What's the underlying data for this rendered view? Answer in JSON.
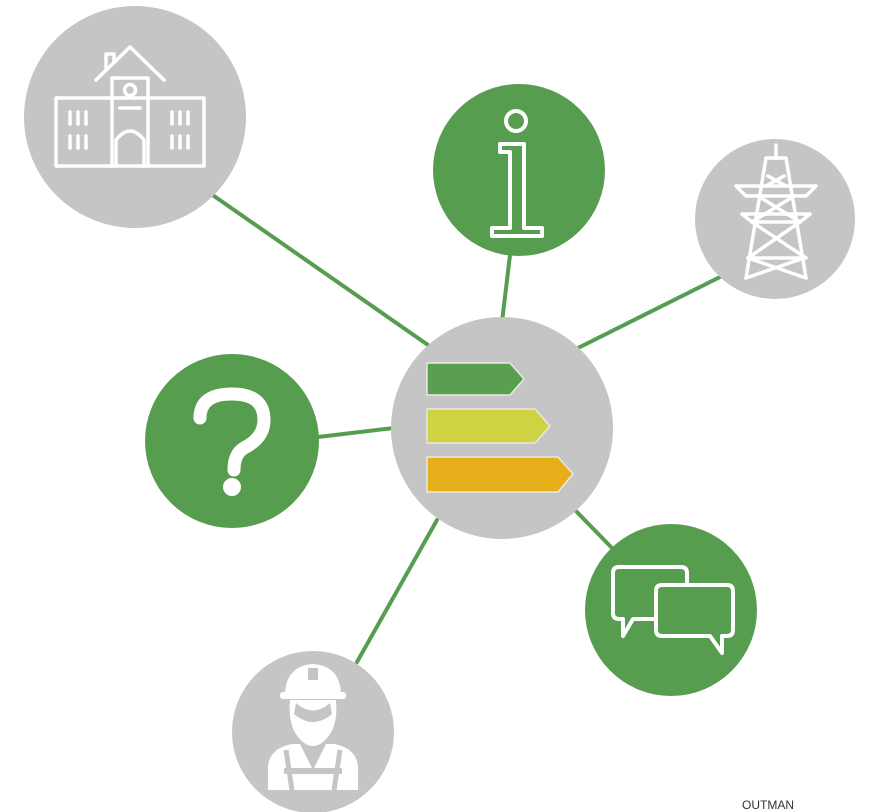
{
  "diagram": {
    "center": {
      "name": "energy-label-hub",
      "bars": [
        {
          "name": "rating-bar-green",
          "color": "#5a9e52"
        },
        {
          "name": "rating-bar-lime",
          "color": "#cdd342"
        },
        {
          "name": "rating-bar-orange",
          "color": "#e7b01b"
        }
      ]
    },
    "nodes": [
      {
        "name": "building-node",
        "icon": "school-building-icon",
        "style": "grey"
      },
      {
        "name": "info-node",
        "icon": "info-icon",
        "style": "green"
      },
      {
        "name": "power-pylon-node",
        "icon": "power-pylon-icon",
        "style": "grey"
      },
      {
        "name": "question-node",
        "icon": "question-mark-icon",
        "style": "green"
      },
      {
        "name": "chat-node",
        "icon": "chat-bubbles-icon",
        "style": "green"
      },
      {
        "name": "worker-node",
        "icon": "construction-worker-icon",
        "style": "grey"
      }
    ],
    "colors": {
      "green": "#579d50",
      "grey": "#c5c5c5",
      "connector": "#579d50",
      "icon_stroke": "#ffffff"
    },
    "credit_text": "OUTMAN"
  }
}
